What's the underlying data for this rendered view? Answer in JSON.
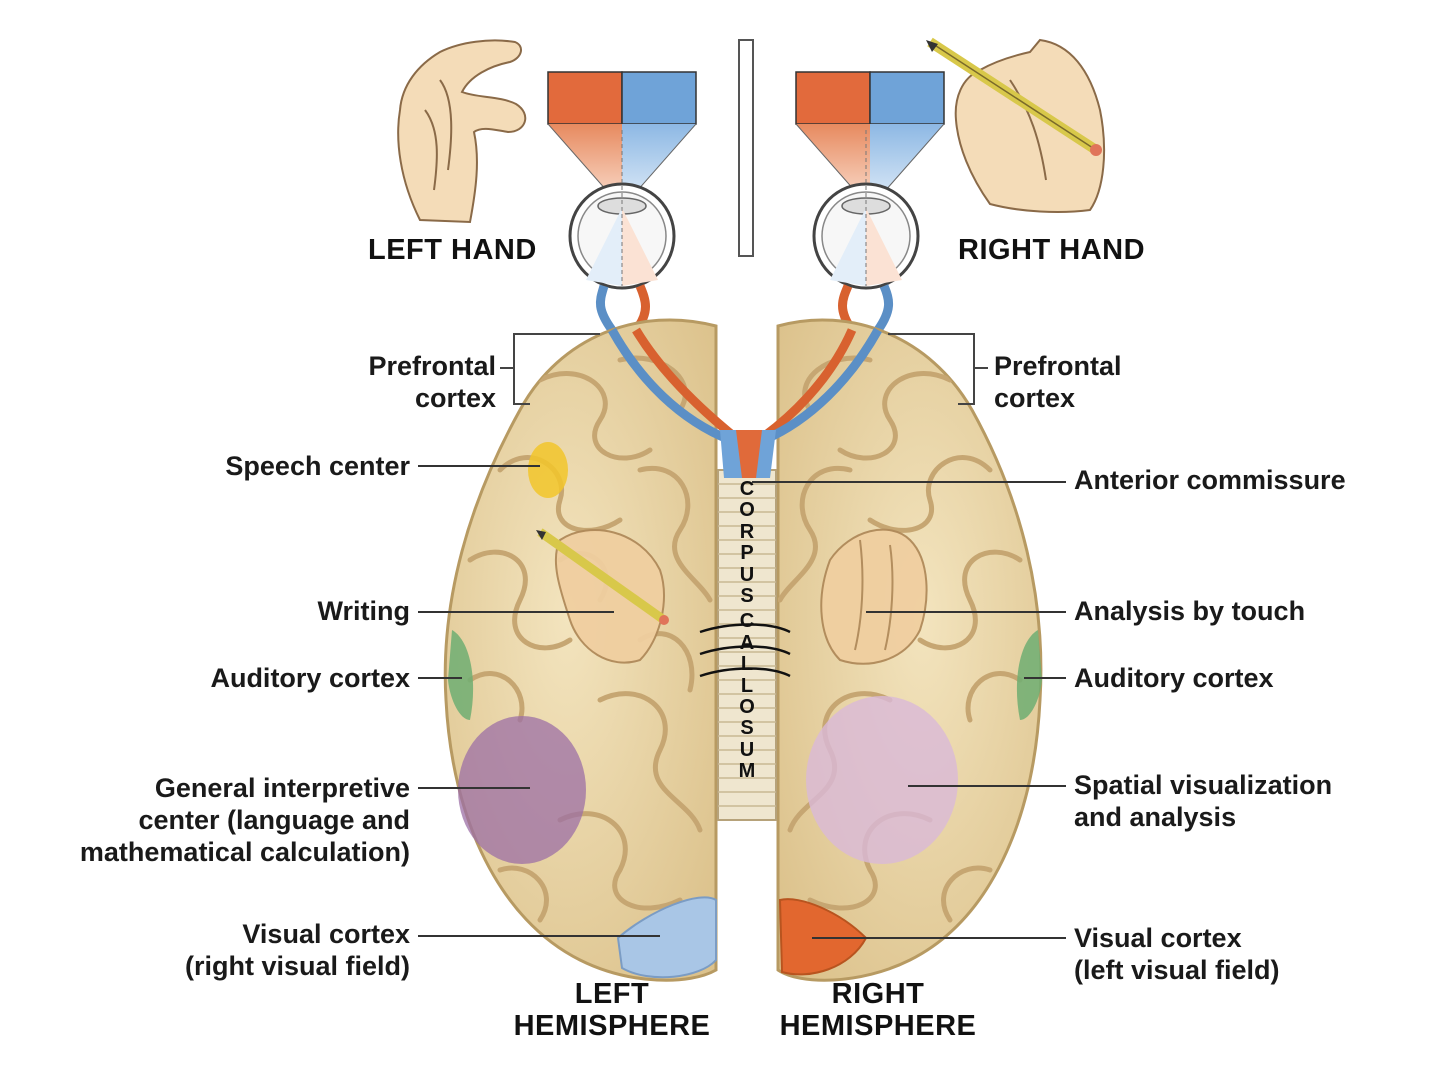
{
  "hands": {
    "left": "LEFT HAND",
    "right": "RIGHT HAND"
  },
  "hemispheres": {
    "left": [
      "LEFT",
      "HEMISPHERE"
    ],
    "right": [
      "RIGHT",
      "HEMISPHERE"
    ]
  },
  "corpus_callosum": [
    "C",
    "O",
    "R",
    "P",
    "U",
    "S",
    " ",
    "C",
    "A",
    "L",
    "L",
    "O",
    "S",
    "U",
    "M"
  ],
  "left_labels": {
    "prefrontal": [
      "Prefrontal",
      "cortex"
    ],
    "speech": "Speech center",
    "writing": "Writing",
    "auditory": "Auditory cortex",
    "general": [
      "General interpretive",
      "center (language and",
      "mathematical calculation)"
    ],
    "visual": [
      "Visual cortex",
      "(right visual field)"
    ]
  },
  "right_labels": {
    "prefrontal": [
      "Prefrontal",
      "cortex"
    ],
    "anterior": "Anterior commissure",
    "touch": "Analysis by touch",
    "auditory": "Auditory cortex",
    "spatial": [
      "Spatial visualization",
      "and analysis"
    ],
    "visual": [
      "Visual cortex",
      "(left visual field)"
    ]
  },
  "colors": {
    "brain": "#ead6a6",
    "brain_edge": "#b79a62",
    "gyri": "#c6a672",
    "red_field": "#e06a3a",
    "blue_field": "#6fa3d8",
    "speech": "#f2c62a",
    "auditory": "#6fae72",
    "interpretive": "#9c6fa6",
    "spatial": "#d9b9d8",
    "visual_left": "#a9c6e6",
    "visual_right": "#e2672f"
  }
}
